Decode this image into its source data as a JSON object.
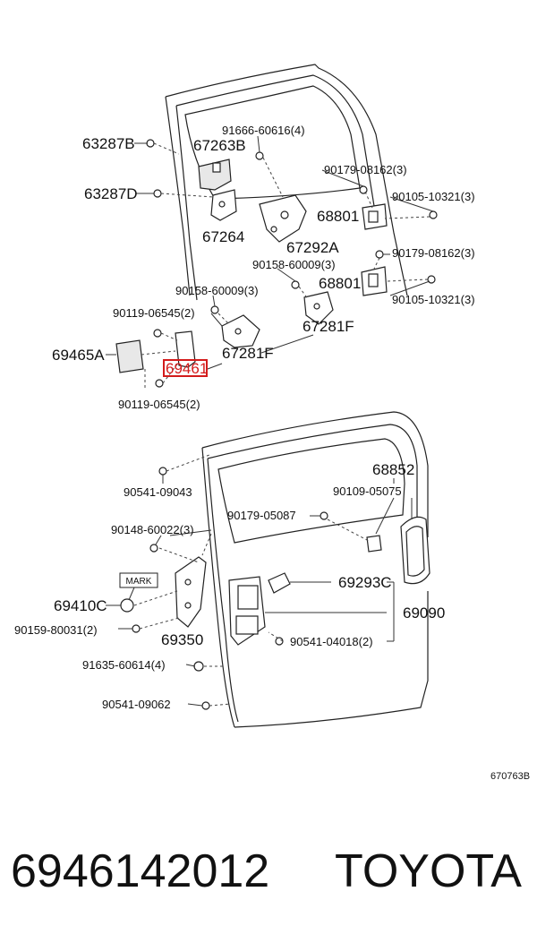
{
  "labels": {
    "p63287B": "63287B",
    "p63287D": "63287D",
    "p67263B": "67263B",
    "p91666": "91666-60616(4)",
    "p90179a": "90179-08162(3)",
    "p90105a": "90105-10321(3)",
    "p68801a": "68801",
    "p67264": "67264",
    "p67292A": "67292A",
    "p90179b": "90179-08162(3)",
    "p90158a": "90158-60009(3)",
    "p90158b": "90158-60009(3)",
    "p68801b": "68801",
    "p90105b": "90105-10321(3)",
    "p90119a": "90119-06545(2)",
    "p67281Fa": "67281F",
    "p69465A": "69465A",
    "p69461": "69461",
    "p67281Fb": "67281F",
    "p90119b": "90119-06545(2)",
    "p68852": "68852",
    "p90541a": "90541-09043",
    "p90109": "90109-05075",
    "p90179c": "90179-05087",
    "p90148": "90148-60022(3)",
    "mark": "MARK",
    "p69293C": "69293C",
    "p69410C": "69410C",
    "p69090": "69090",
    "p90159": "90159-80031(2)",
    "p69350": "69350",
    "p90541b": "90541-04018(2)",
    "p91635": "91635-60614(4)",
    "p90541c": "90541-09062",
    "code": "670763B"
  },
  "footer": {
    "part_number": "6946142012",
    "brand": "TOYOTA"
  },
  "colors": {
    "highlight": "#d31b1b"
  }
}
